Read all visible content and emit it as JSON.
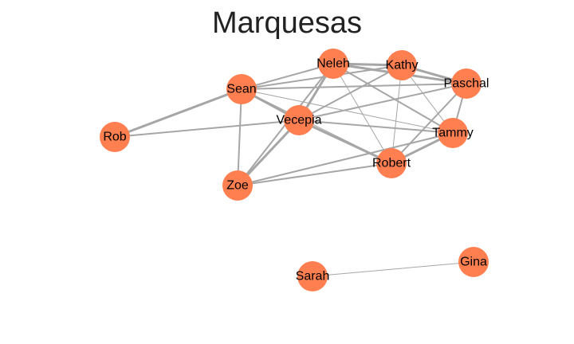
{
  "title": "Marquesas",
  "colors": {
    "node": "#ff7f50",
    "edge": "#a6a6a6",
    "label": "#000000",
    "title": "#222222"
  },
  "nodes": [
    {
      "id": "neleh",
      "label": "Neleh"
    },
    {
      "id": "kathy",
      "label": "Kathy"
    },
    {
      "id": "paschal",
      "label": "Paschal"
    },
    {
      "id": "sean",
      "label": "Sean"
    },
    {
      "id": "vecepia",
      "label": "Vecepia"
    },
    {
      "id": "tammy",
      "label": "Tammy"
    },
    {
      "id": "rob",
      "label": "Rob"
    },
    {
      "id": "robert",
      "label": "Robert"
    },
    {
      "id": "zoe",
      "label": "Zoe"
    },
    {
      "id": "sarah",
      "label": "Sarah"
    },
    {
      "id": "gina",
      "label": "Gina"
    }
  ],
  "edges": [
    {
      "source": "neleh",
      "target": "kathy",
      "weight": 3
    },
    {
      "source": "neleh",
      "target": "paschal",
      "weight": 3
    },
    {
      "source": "neleh",
      "target": "sean",
      "weight": 2
    },
    {
      "source": "neleh",
      "target": "vecepia",
      "weight": 3
    },
    {
      "source": "neleh",
      "target": "tammy",
      "weight": 2
    },
    {
      "source": "neleh",
      "target": "robert",
      "weight": 1
    },
    {
      "source": "neleh",
      "target": "zoe",
      "weight": 2
    },
    {
      "source": "kathy",
      "target": "paschal",
      "weight": 3
    },
    {
      "source": "kathy",
      "target": "sean",
      "weight": 2
    },
    {
      "source": "kathy",
      "target": "vecepia",
      "weight": 2
    },
    {
      "source": "kathy",
      "target": "tammy",
      "weight": 1
    },
    {
      "source": "kathy",
      "target": "robert",
      "weight": 1
    },
    {
      "source": "paschal",
      "target": "sean",
      "weight": 2
    },
    {
      "source": "paschal",
      "target": "vecepia",
      "weight": 2
    },
    {
      "source": "paschal",
      "target": "tammy",
      "weight": 2
    },
    {
      "source": "paschal",
      "target": "robert",
      "weight": 2
    },
    {
      "source": "sean",
      "target": "vecepia",
      "weight": 3
    },
    {
      "source": "sean",
      "target": "rob",
      "weight": 3
    },
    {
      "source": "sean",
      "target": "zoe",
      "weight": 2
    },
    {
      "source": "sean",
      "target": "tammy",
      "weight": 1
    },
    {
      "source": "sean",
      "target": "robert",
      "weight": 1
    },
    {
      "source": "vecepia",
      "target": "rob",
      "weight": 2
    },
    {
      "source": "vecepia",
      "target": "tammy",
      "weight": 2
    },
    {
      "source": "vecepia",
      "target": "robert",
      "weight": 3
    },
    {
      "source": "vecepia",
      "target": "zoe",
      "weight": 3
    },
    {
      "source": "tammy",
      "target": "robert",
      "weight": 3
    },
    {
      "source": "tammy",
      "target": "zoe",
      "weight": 2
    },
    {
      "source": "robert",
      "target": "zoe",
      "weight": 2
    },
    {
      "source": "sarah",
      "target": "gina",
      "weight": 1
    }
  ]
}
